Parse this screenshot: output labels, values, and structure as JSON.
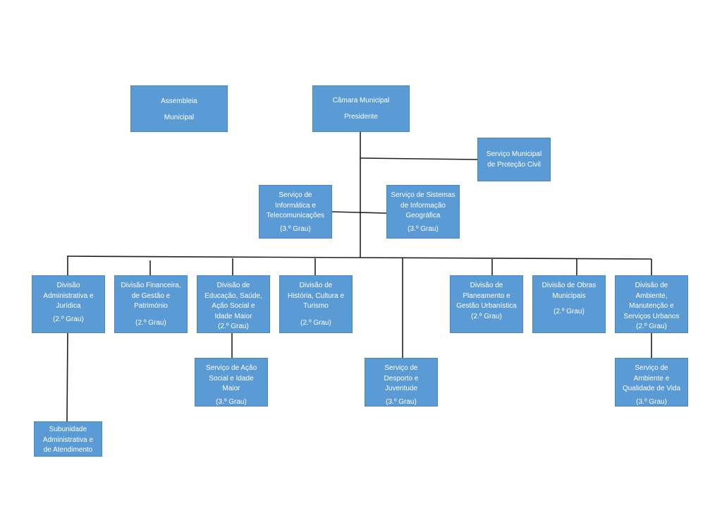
{
  "colors": {
    "box": "#5b9bd5",
    "text": "#ffffff",
    "connector": "#1f1f1f"
  },
  "boxes": {
    "assembleia": {
      "line1": "Assembleia",
      "line2": "Municipal"
    },
    "camara": {
      "line1": "Câmara Municipal",
      "line2": "Presidente"
    },
    "protecao_civil": {
      "line1": "Serviço Municipal",
      "line2": "de Proteção Civil"
    },
    "informatica": {
      "line1": "Serviço de",
      "line2": "Informática e",
      "line3": "Telecomunicações",
      "grade": "(3.º Grau)"
    },
    "sig": {
      "line1": "Serviço de Sistemas",
      "line2": "de Informação",
      "line3": "Geográfica",
      "grade": "(3.º Grau)"
    },
    "div_admin": {
      "line1": "Divisão",
      "line2": "Administrativa e",
      "line3": "Jurídica",
      "grade": "(2.º Grau)"
    },
    "div_financeira": {
      "line1": "Divisão Financeira,",
      "line2": "de Gestão e",
      "line3": "Património",
      "grade": "(2.º Grau)"
    },
    "div_educacao": {
      "line1": "Divisão de",
      "line2": "Educação, Saúde,",
      "line3": "Ação Social e",
      "line4": "Idade Maior",
      "grade": "(2.º Grau)"
    },
    "div_historia": {
      "line1": "Divisão de",
      "line2": "História, Cultura e",
      "line3": "Turismo",
      "grade": "(2.º Grau)"
    },
    "div_planeamento": {
      "line1": "Divisão de",
      "line2": "Planeamento e",
      "line3": "Gestão Urbanística",
      "grade": "(2.º Grau)"
    },
    "div_obras": {
      "line1": "Divisão de Obras",
      "line2": "Municipais",
      "grade": "(2.º Grau)"
    },
    "div_ambiente": {
      "line1": "Divisão de",
      "line2": "Ambiente,",
      "line3": "Manutenção e",
      "line4": "Serviços Urbanos",
      "grade": "(2.º Grau)"
    },
    "serv_acao_social": {
      "line1": "Serviço de Ação",
      "line2": "Social e Idade",
      "line3": "Maior",
      "grade": "(3.º Grau)"
    },
    "serv_desporto": {
      "line1": "Serviço de",
      "line2": "Desporto e",
      "line3": "Juventude",
      "grade": "(3.º Grau)"
    },
    "serv_ambiente": {
      "line1": "Serviço de",
      "line2": "Ambiente e",
      "line3": "Qualidade de Vida",
      "grade": "(3.º Grau)"
    },
    "subunidade": {
      "line1": "Subunidade",
      "line2": "Administrativa e",
      "line3": "de Atendimento"
    }
  }
}
